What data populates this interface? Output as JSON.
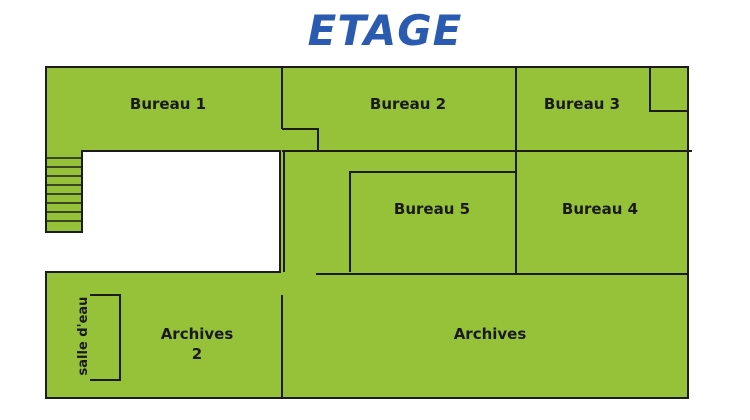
{
  "title": "ETAGE",
  "colors": {
    "floor": "#96c23a",
    "wall": "#1c1c1c",
    "title": "#2a5bb0",
    "background": "#ffffff"
  },
  "rooms": {
    "bureau1": "Bureau 1",
    "bureau2": "Bureau 2",
    "bureau3": "Bureau 3",
    "bureau4": "Bureau 4",
    "bureau5": "Bureau 5",
    "archives": "Archives",
    "archives2_line1": "Archives",
    "archives2_line2": "2",
    "salle_deau": "salle d'eau"
  }
}
